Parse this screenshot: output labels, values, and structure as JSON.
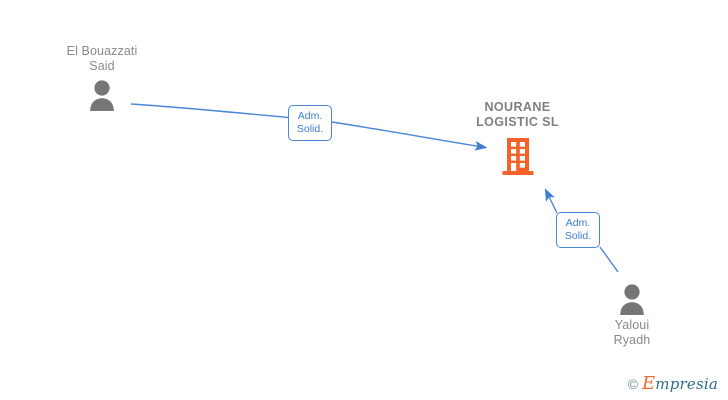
{
  "graph": {
    "company": {
      "name": "NOURANE\nLOGISTIC  SL",
      "icon": "building-icon",
      "color": "#f4622a"
    },
    "people": [
      {
        "id": "person-1",
        "name": "El Bouazzati\nSaid",
        "icon": "person-icon",
        "color": "#767676"
      },
      {
        "id": "person-2",
        "name": "Yaloui\nRyadh",
        "icon": "person-icon",
        "color": "#767676"
      }
    ],
    "relations": [
      {
        "id": "relation-1",
        "label": "Adm.\nSolid.",
        "from": "El Bouazzati Said",
        "to": "NOURANE LOGISTIC SL",
        "color": "#4a86d8"
      },
      {
        "id": "relation-2",
        "label": "Adm.\nSolid.",
        "from": "Yaloui Ryadh",
        "to": "NOURANE LOGISTIC SL",
        "color": "#4a86d8"
      }
    ]
  },
  "watermark": {
    "copyright": "©",
    "initial": "E",
    "rest": "mpresia"
  }
}
